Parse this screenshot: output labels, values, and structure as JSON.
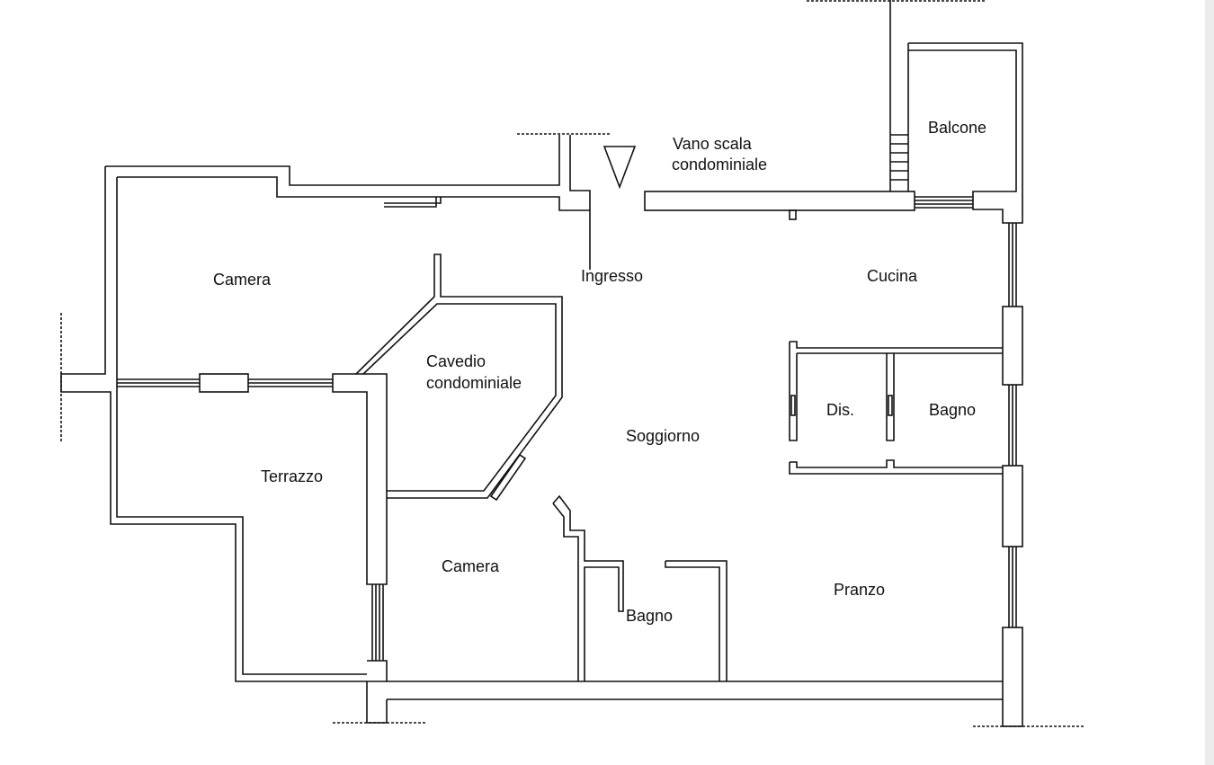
{
  "floor_plan": {
    "rooms": [
      {
        "id": "vano-scala",
        "lines": [
          "Vano scala",
          "condominiale"
        ]
      },
      {
        "id": "balcone",
        "lines": [
          "Balcone"
        ]
      },
      {
        "id": "camera-1",
        "lines": [
          "Camera"
        ]
      },
      {
        "id": "ingresso",
        "lines": [
          "Ingresso"
        ]
      },
      {
        "id": "cucina",
        "lines": [
          "Cucina"
        ]
      },
      {
        "id": "cavedio",
        "lines": [
          "Cavedio",
          "condominiale"
        ]
      },
      {
        "id": "dis",
        "lines": [
          "Dis."
        ]
      },
      {
        "id": "bagno-1",
        "lines": [
          "Bagno"
        ]
      },
      {
        "id": "soggiorno",
        "lines": [
          "Soggiorno"
        ]
      },
      {
        "id": "terrazzo",
        "lines": [
          "Terrazzo"
        ]
      },
      {
        "id": "camera-2",
        "lines": [
          "Camera"
        ]
      },
      {
        "id": "pranzo",
        "lines": [
          "Pranzo"
        ]
      },
      {
        "id": "bagno-2",
        "lines": [
          "Bagno"
        ]
      }
    ],
    "colors": {
      "wall": "#111111",
      "background": "#ffffff",
      "scrollbar": "#ebebeb"
    }
  }
}
